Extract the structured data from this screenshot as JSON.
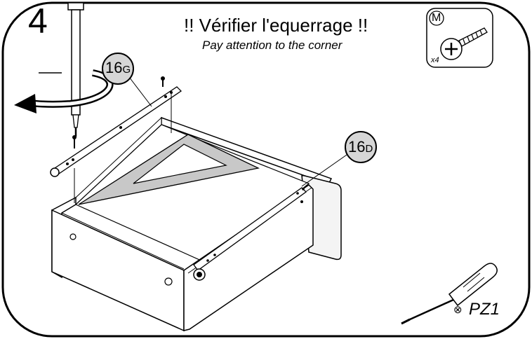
{
  "step": {
    "number": "4"
  },
  "header": {
    "title": "!! Vérifier l'equerrage !!",
    "subtitle": "Pay attention to the corner"
  },
  "parts": {
    "left_rail": {
      "code": "16",
      "side": "G"
    },
    "right_rail": {
      "code": "16",
      "side": "D"
    },
    "hardware": {
      "letter": "M",
      "quantity": "x4",
      "icon": "screw-icon"
    }
  },
  "tool": {
    "symbol": "⊗",
    "label": "PZ1",
    "icon": "screwdriver-icon"
  },
  "colors": {
    "stroke": "#000000",
    "square_fill": "#c8c8c8",
    "callout_fill": "#d6d6d6",
    "face": "#f4f4f4"
  }
}
